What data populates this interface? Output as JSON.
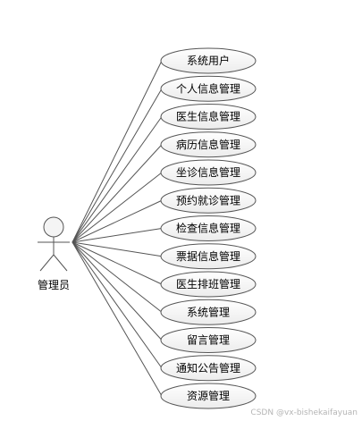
{
  "diagram": {
    "actor": {
      "label": "管理员"
    },
    "use_cases": [
      "系统用户",
      "个人信息管理",
      "医生信息管理",
      "病历信息管理",
      "坐诊信息管理",
      "预约就诊管理",
      "检查信息管理",
      "票据信息管理",
      "医生排班管理",
      "系统管理",
      "留言管理",
      "通知公告管理",
      "资源管理"
    ]
  },
  "watermark": "CSDN @vx-bishekaifayuan",
  "colors": {
    "stroke": "#555555",
    "ellipse_fill_top": "#ffffff",
    "ellipse_fill_bottom": "#f0f0f0",
    "actor_fill": "#f4f4f4"
  }
}
